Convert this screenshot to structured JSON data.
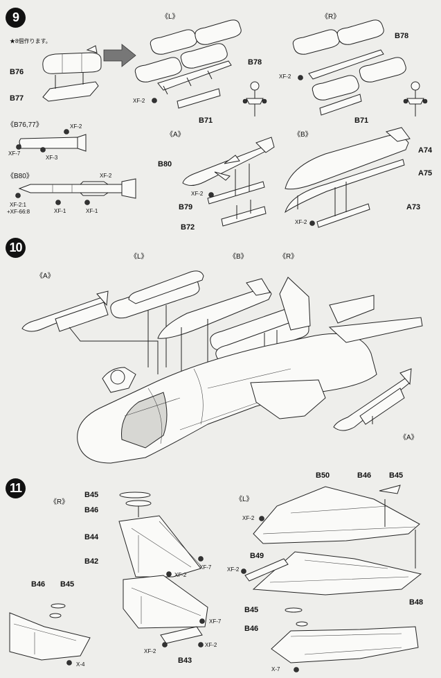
{
  "steps": {
    "s9": "9",
    "s10": "10",
    "s11": "11"
  },
  "step9": {
    "note": "★8個作ります。",
    "left_labels": {
      "b76": "B76",
      "b77": "B77"
    },
    "sub_b7677": {
      "header": "《B76,77》",
      "xf2": "XF-2",
      "xf7": "XF-7",
      "xf3": "XF-3"
    },
    "sub_b80": {
      "header": "《B80》",
      "xf2": "XF-2",
      "xf21": "XF-2:1",
      "xf668": "+XF-66:8",
      "xf1a": "XF-1",
      "xf1b": "XF-1"
    },
    "L": {
      "header": "《L》",
      "b78": "B78",
      "xf2": "XF-2",
      "b71": "B71"
    },
    "R": {
      "header": "《R》",
      "b78": "B78",
      "xf2": "XF-2",
      "b71": "B71"
    },
    "A": {
      "header": "《A》",
      "b80": "B80",
      "xf2": "XF-2",
      "b79": "B79",
      "b72": "B72"
    },
    "B": {
      "header": "《B》",
      "a74": "A74",
      "a75": "A75",
      "a73": "A73",
      "xf2": "XF-2"
    }
  },
  "step10": {
    "a_left": "《A》",
    "l": "《L》",
    "b": "《B》",
    "r": "《R》",
    "a_right": "《A》"
  },
  "step11": {
    "R": {
      "header": "《R》",
      "b45": "B45",
      "b46": "B46",
      "b44": "B44",
      "b42": "B42",
      "b43": "B43",
      "xf7a": "XF-7",
      "xf2a": "XF-2",
      "xf7b": "XF-7",
      "xf2b": "XF-2",
      "xf2c": "XF-2",
      "b46b": "B46",
      "b45b": "B45",
      "x4": "X-4"
    },
    "L": {
      "header": "《L》",
      "b50": "B50",
      "b46": "B46",
      "b45": "B45",
      "xf2a": "XF-2",
      "b49": "B49",
      "xf2b": "XF-2",
      "b48": "B48",
      "b45b": "B45",
      "b46b": "B46",
      "x7": "X-7"
    }
  }
}
